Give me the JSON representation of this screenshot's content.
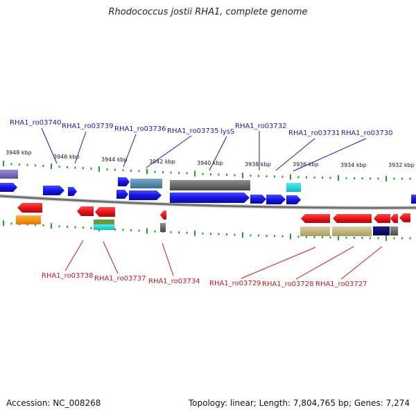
{
  "title": "Rhodococcus jostii RHA1, complete genome",
  "footer": {
    "accession": "Accession: NC_008268",
    "summary": "Topology: linear; Length: 7,804,765 bp; Genes: 7,274"
  },
  "ticks": [
    "3948 kbp",
    "3946 kbp",
    "3944 kbp",
    "3942 kbp",
    "3940 kbp",
    "3938 kbp",
    "3936 kbp",
    "3934 kbp",
    "3932 kbp"
  ],
  "top_labels": [
    "RHA1_ro03740",
    "RHA1_ro03739",
    "RHA1_ro03736",
    "RHA1_ro03735",
    "lysS",
    "RHA1_ro03732",
    "RHA1_ro03731",
    "RHA1_ro03730"
  ],
  "bottom_labels": [
    "RHA1_ro03738",
    "RHA1_ro03737",
    "RHA1_ro03734",
    "RHA1_ro03729",
    "RHA1_ro03728",
    "RHA1_ro03727"
  ],
  "colors": {
    "forward_gene": "#1f1fe0",
    "reverse_gene": "#e8141a",
    "top_label": "#1a1ab8",
    "bottom_label": "#c41a1a",
    "backbone": "#8a8a8a",
    "tick": "#2a9a2a"
  }
}
